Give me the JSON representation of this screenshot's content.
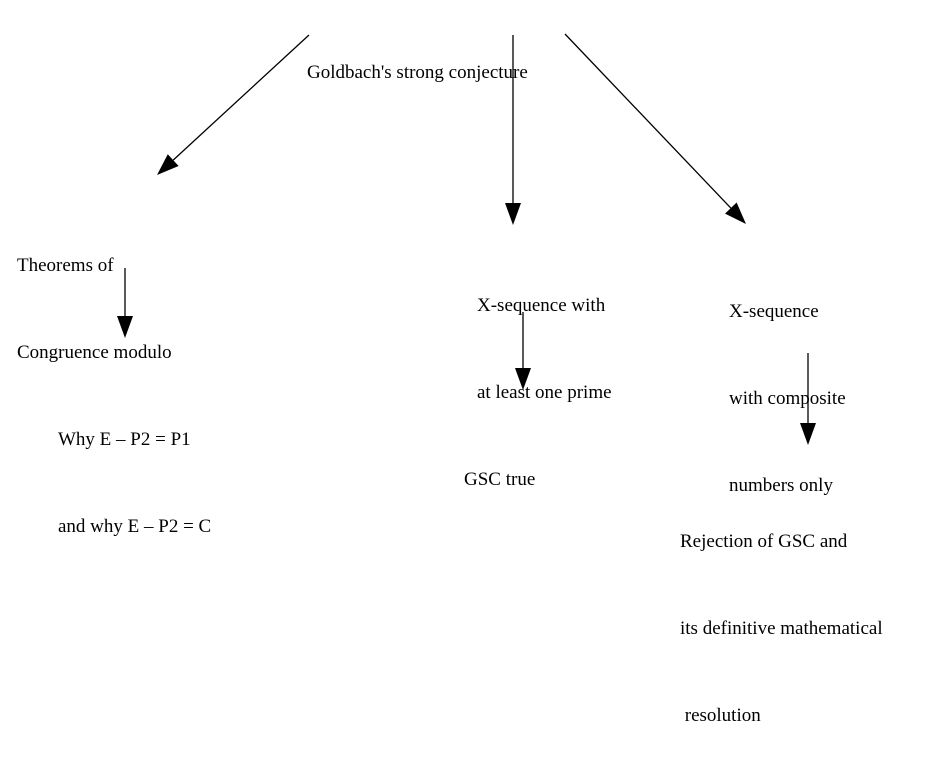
{
  "diagram": {
    "type": "flowchart",
    "root": {
      "id": "gsc",
      "lines": [
        "Goldbach's strong conjecture"
      ]
    },
    "nodes": [
      {
        "id": "theorems",
        "lines": [
          "Theorems of",
          "Congruence modulo"
        ]
      },
      {
        "id": "why",
        "lines": [
          "Why E – P2 = P1",
          "and why E – P2 = C"
        ]
      },
      {
        "id": "xprime",
        "lines": [
          "X-sequence with",
          "at least one prime"
        ]
      },
      {
        "id": "gsctrue",
        "lines": [
          "GSC true"
        ]
      },
      {
        "id": "xcomposite",
        "lines": [
          "X-sequence",
          "with composite",
          "numbers only"
        ]
      },
      {
        "id": "rejection",
        "lines": [
          "Rejection of GSC and",
          "its definitive mathematical",
          " resolution"
        ]
      }
    ],
    "edges": [
      {
        "from": "gsc",
        "to": "theorems"
      },
      {
        "from": "gsc",
        "to": "xprime"
      },
      {
        "from": "gsc",
        "to": "xcomposite"
      },
      {
        "from": "theorems",
        "to": "why"
      },
      {
        "from": "xprime",
        "to": "gsctrue"
      },
      {
        "from": "xcomposite",
        "to": "rejection"
      }
    ]
  }
}
